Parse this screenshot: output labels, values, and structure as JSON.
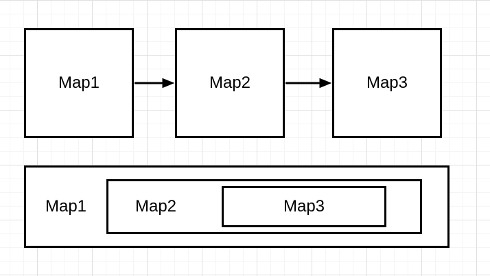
{
  "diagram": {
    "flow_nodes": [
      {
        "label": "Map1"
      },
      {
        "label": "Map2"
      },
      {
        "label": "Map3"
      }
    ],
    "flow_arrows": [
      {
        "from": "Map1",
        "to": "Map2"
      },
      {
        "from": "Map2",
        "to": "Map3"
      }
    ],
    "nested_nodes": [
      {
        "label": "Map1"
      },
      {
        "label": "Map2"
      },
      {
        "label": "Map3"
      }
    ]
  },
  "colors": {
    "canvas_background": "#ffffff",
    "grid_minor": "#f5f5f5",
    "grid_major": "#e0e0e0",
    "shape_fill": "#ffffff",
    "shape_stroke": "#000000",
    "text": "#000000"
  }
}
